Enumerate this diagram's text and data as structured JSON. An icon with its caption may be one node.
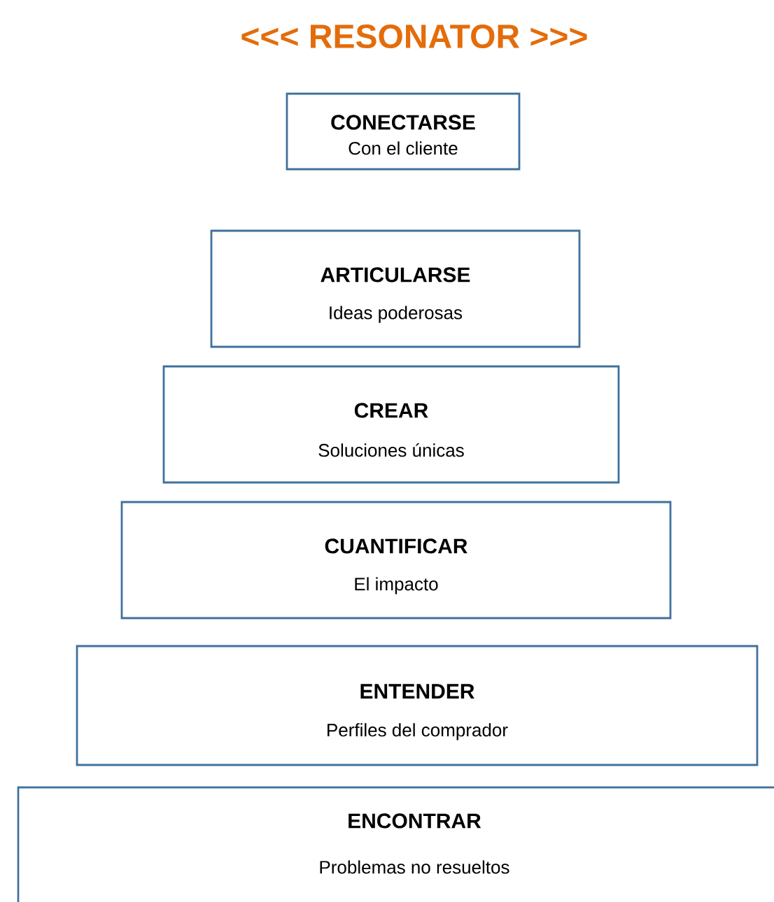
{
  "diagram": {
    "title": "<<< RESONATOR >>>",
    "nodes": [
      {
        "text": [
          "CONECTARSE",
          "Con el cliente"
        ]
      },
      {
        "text": [
          "ARTICULARSE",
          "Ideas poderosas"
        ]
      },
      {
        "text": [
          "CREAR",
          "Soluciones únicas"
        ]
      },
      {
        "text": [
          "CUANTIFICAR",
          "El impacto"
        ]
      },
      {
        "text": [
          "ENTENDER",
          "Perfiles del comprador"
        ]
      },
      {
        "text": [
          "ENCONTRAR",
          "Problemas no resueltos"
        ]
      }
    ]
  }
}
